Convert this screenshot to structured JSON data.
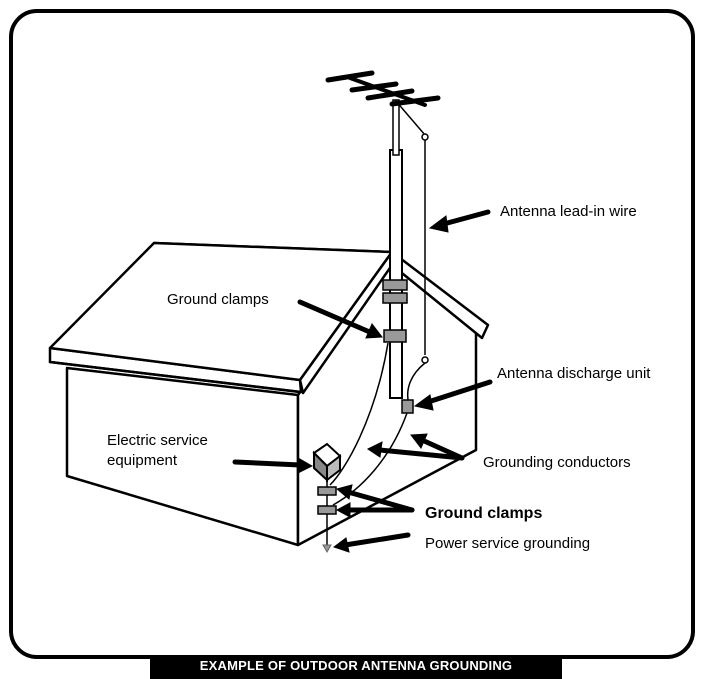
{
  "labels": {
    "antenna_lead_in": "Antenna lead-in wire",
    "ground_clamps_top": "Ground clamps",
    "antenna_discharge": "Antenna discharge unit",
    "electric_service_line1": "Electric service",
    "electric_service_line2": "equipment",
    "grounding_conductors": "Grounding conductors",
    "ground_clamps_bottom": "Ground clamps",
    "power_service_grounding": "Power service grounding"
  },
  "caption": "EXAMPLE OF OUTDOOR ANTENNA GROUNDING"
}
